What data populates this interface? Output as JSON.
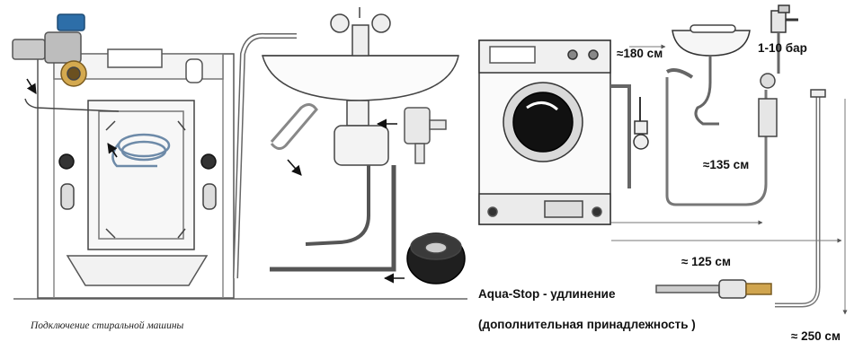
{
  "left_panel": {
    "caption": "Подключение стиральной машины"
  },
  "right_panel": {
    "labels": {
      "dist_180": "≈180 см",
      "pressure": "1-10 бар",
      "dist_135": "≈135 см",
      "dist_125": "≈ 125 см",
      "aqua_stop": "Aqua-Stop - удлинение",
      "accessory": "(дополнительная принадлежность )",
      "dist_250": "≈ 250 см"
    }
  }
}
